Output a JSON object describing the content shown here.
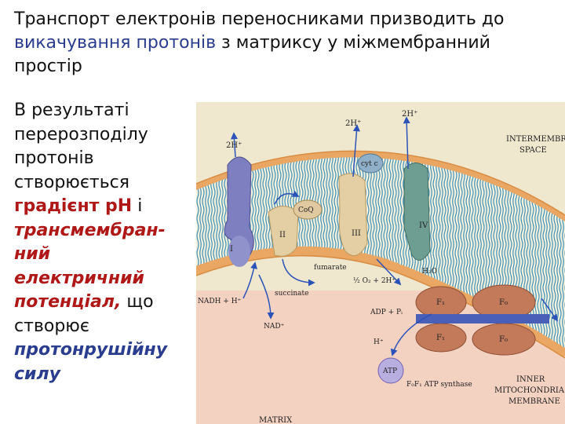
{
  "heading": {
    "part1": "Транспорт електронів переносниками призводить до ",
    "highlight1": "викачування протонів",
    "part2": " з матриксу у міжмембранний простір"
  },
  "side": {
    "line1": "В результаті",
    "line2": "перерозподілу",
    "line3": "протонів",
    "line4": "створюється",
    "line5a": "градієнт рН",
    "line5b": " і",
    "line6": "трансмембран-",
    "line7": "ний",
    "line8": "електричний",
    "line9a": "потенціал,",
    "line9b": " що",
    "line10": "створює",
    "line11a": "прото",
    "line11b": "нрушійну",
    "line12": "силу"
  },
  "figure": {
    "top_2h_left": "2H⁺",
    "top_2h_mid": "2H⁺",
    "top_2h_right": "2H⁺",
    "intermembrane": "INTERMEMBR",
    "space": "SPACE",
    "complex_1": "I",
    "complex_2": "II",
    "complex_3": "III",
    "complex_4": "IV",
    "coq": "CoQ",
    "cytc": "cyt c",
    "fumarate": "fumarate",
    "succinate": "succinate",
    "nadh": "NADH + H⁺",
    "nad": "NAD⁺",
    "half_o2": "½ O₂ + 2H⁺",
    "h2o": "H₂O",
    "adp": "ADP + Pᵢ",
    "h_plus": "H⁺",
    "atp": "ATP",
    "f1_top": "F₁",
    "f0_top": "F₀",
    "f1_bottom": "F₁",
    "f0_bottom": "F₀",
    "synthase": "F₀F₁ ATP synthase",
    "inner": "INNER",
    "mito": "MITOCHONDRIA",
    "membrane": "MEMBRANE",
    "matrix": "MATRIX"
  },
  "colors": {
    "membrane": "#e9a763",
    "lipid_tail": "#3f8fb8",
    "complex_purple": "#7d7fc0",
    "complex_beige": "#e4cfa4",
    "complex_green": "#6e9e92",
    "arrow": "#2a52b8",
    "synthase": "#c27a5a"
  }
}
